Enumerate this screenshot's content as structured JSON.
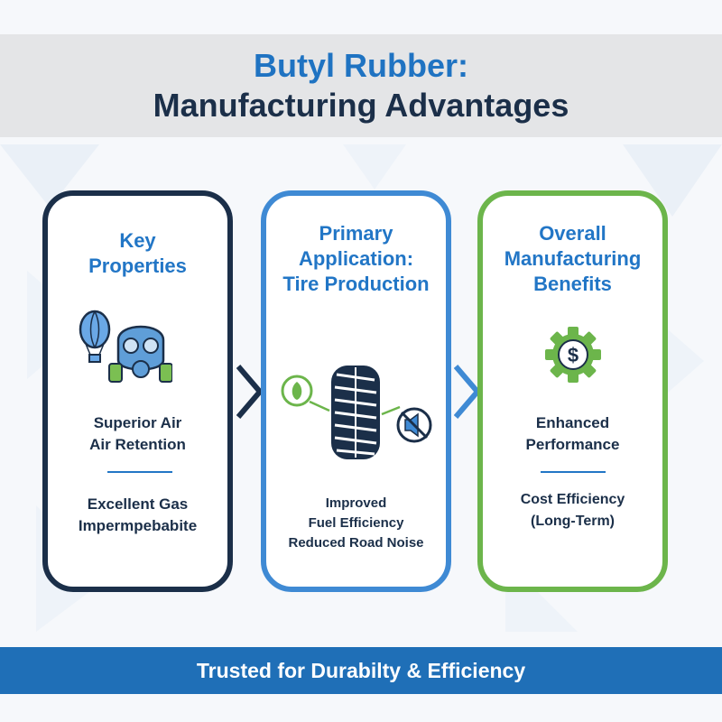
{
  "header": {
    "title_line1": "Butyl Rubber:",
    "title_line2": "Manufacturing Advantages"
  },
  "cards": [
    {
      "title": "Key\nProperties",
      "icons": [
        "hot-air-balloon-icon",
        "gas-mask-icon"
      ],
      "text1": "Superior Air\nAir Retention",
      "text2": "Excellent Gas\nImpermpebabite"
    },
    {
      "title": "Primary\nApplication:\nTire Production",
      "icons": [
        "leaf-icon",
        "tire-icon",
        "muted-speaker-icon"
      ],
      "text1": "Improved\nFuel Efficiency\nReduced Road Noise"
    },
    {
      "title": "Overall\nManufacturing\nBenefits",
      "icons": [
        "dollar-gear-icon"
      ],
      "text1": "Enhanced\nPerformance",
      "text2": "Cost Efficiency\n(Long-Term)"
    }
  ],
  "footer": {
    "text": "Trusted for Durabilty & Efficiency"
  },
  "colors": {
    "navy": "#1b2f49",
    "blue": "#2276c6",
    "light_blue": "#3f8ad4",
    "green": "#6cb54b",
    "footer_bg": "#1f6fb7",
    "header_bg": "#e4e5e7"
  }
}
